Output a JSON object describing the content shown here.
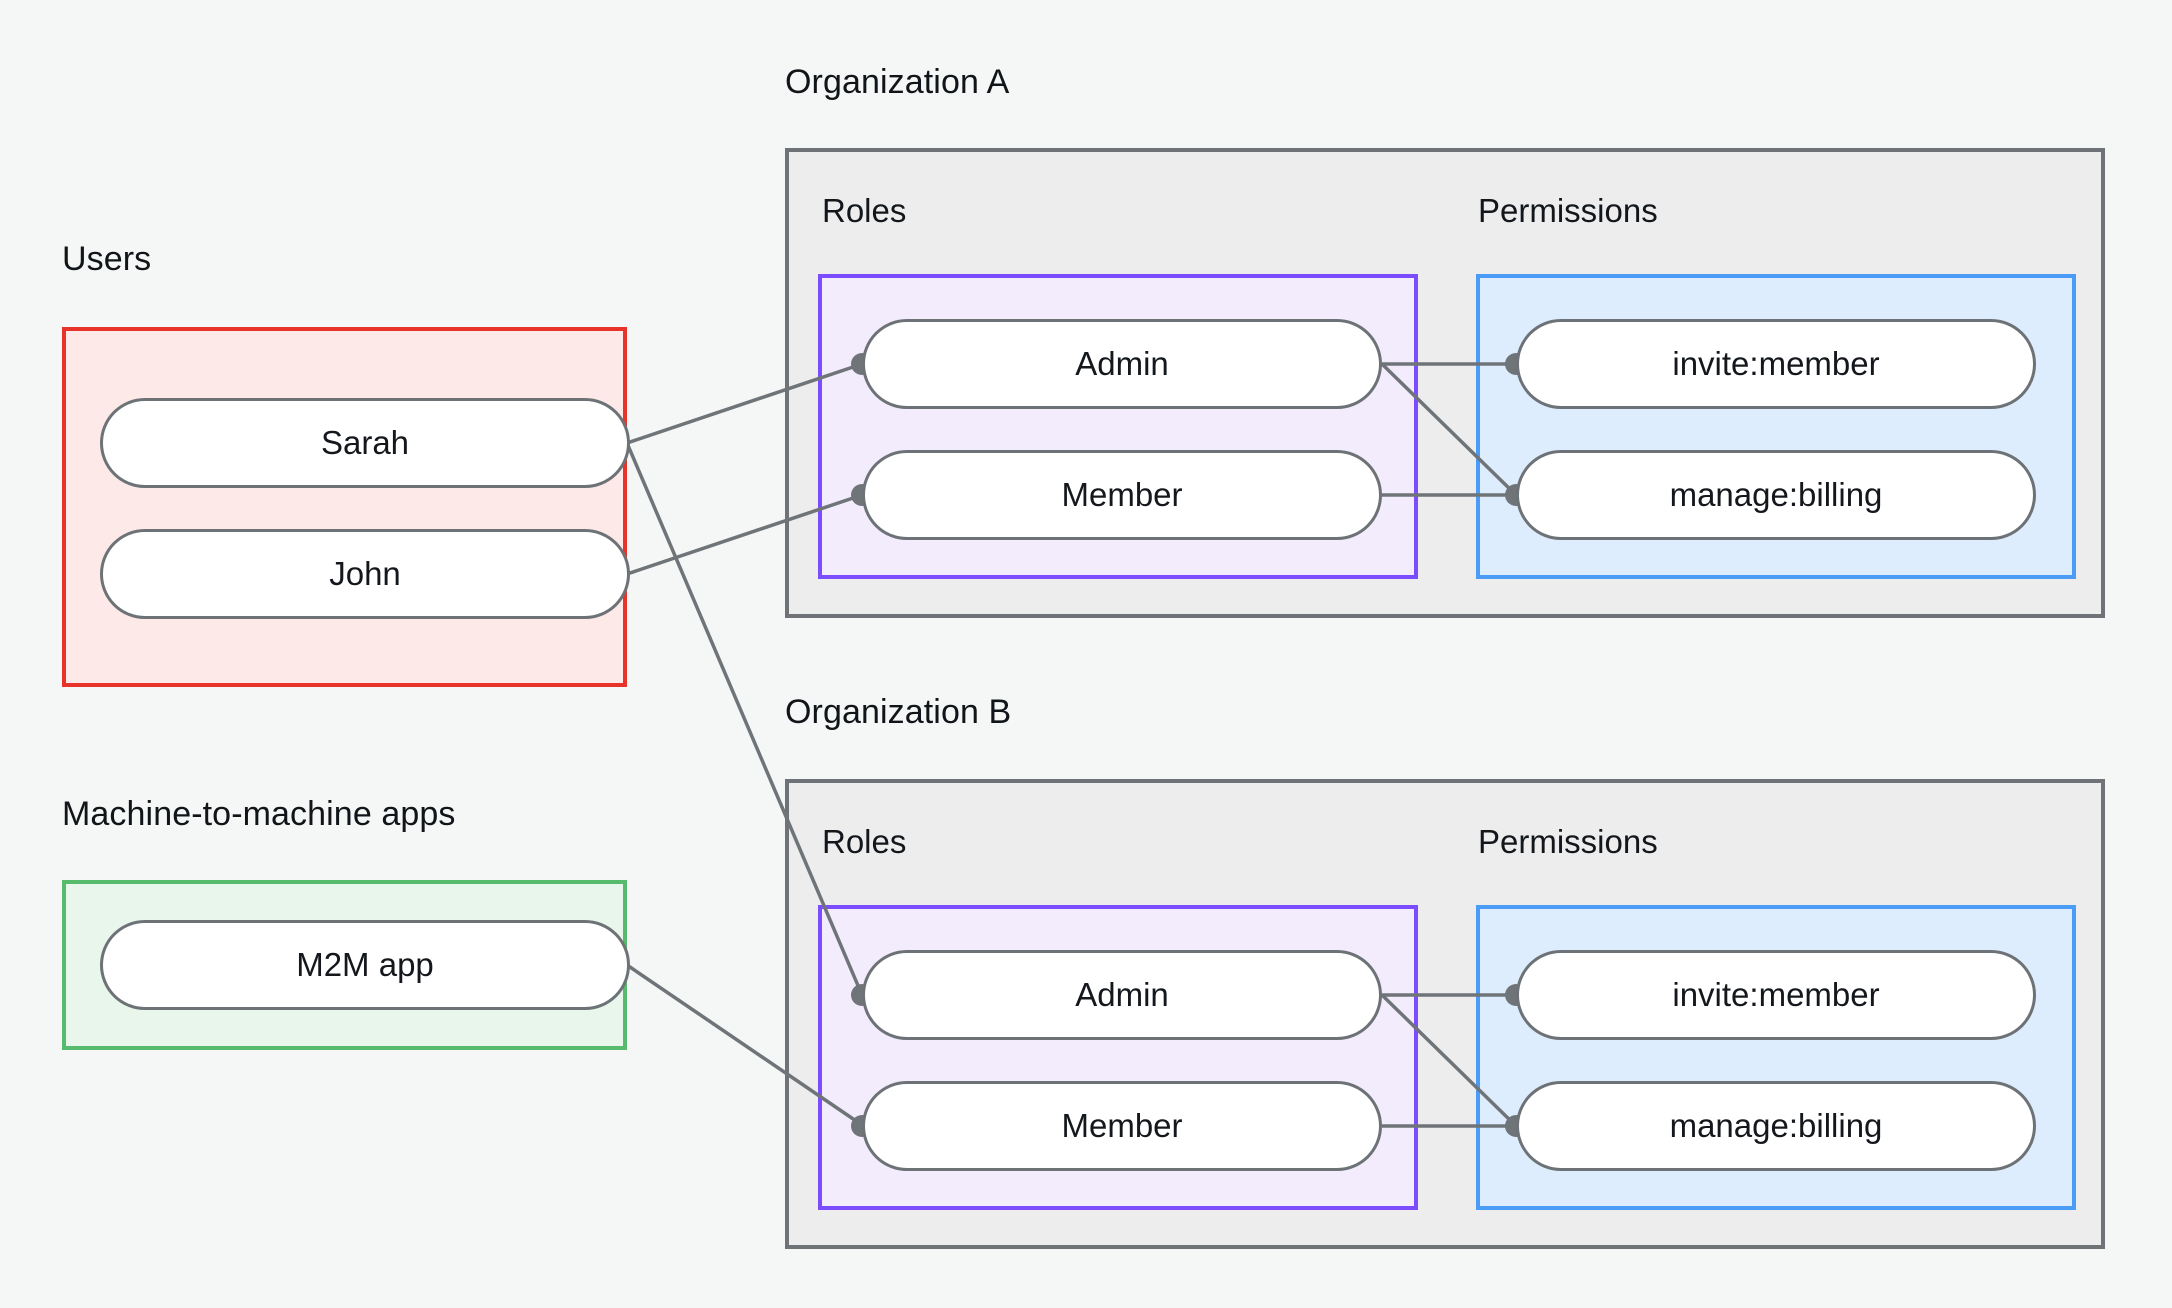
{
  "diagram": {
    "type": "entity-relationship",
    "background_color": "#f5f7f6",
    "colors": {
      "users_border": "#e8332a",
      "users_fill": "#fde9e7",
      "m2m_border": "#56bb6c",
      "m2m_fill": "#e8f6ec",
      "org_border": "#6f7378",
      "org_fill": "#ecedec",
      "roles_border": "#7c4dff",
      "roles_fill": "#f3ecfd",
      "permissions_border": "#4a9cf6",
      "permissions_fill": "#deedfd",
      "node_border": "#6d7276",
      "node_fill": "#ffffff",
      "edge": "#6f7479"
    },
    "groups": {
      "users": {
        "title": "Users",
        "nodes": [
          {
            "label": "Sarah"
          },
          {
            "label": "John"
          }
        ]
      },
      "m2m": {
        "title": "Machine-to-machine apps",
        "nodes": [
          {
            "label": "M2M app"
          }
        ]
      },
      "org_a": {
        "title": "Organization A",
        "roles_title": "Roles",
        "permissions_title": "Permissions",
        "roles": [
          {
            "label": "Admin"
          },
          {
            "label": "Member"
          }
        ],
        "permissions": [
          {
            "label": "invite:member"
          },
          {
            "label": "manage:billing"
          }
        ]
      },
      "org_b": {
        "title": "Organization B",
        "roles_title": "Roles",
        "permissions_title": "Permissions",
        "roles": [
          {
            "label": "Admin"
          },
          {
            "label": "Member"
          }
        ],
        "permissions": [
          {
            "label": "invite:member"
          },
          {
            "label": "manage:billing"
          }
        ]
      }
    },
    "edges": [
      {
        "from": "Sarah",
        "to": "Admin (Organization A)"
      },
      {
        "from": "Sarah",
        "to": "Admin (Organization B)"
      },
      {
        "from": "John",
        "to": "Member (Organization A)"
      },
      {
        "from": "M2M app",
        "to": "Member (Organization B)"
      },
      {
        "from": "Admin (Organization A)",
        "to": "invite:member (Organization A)"
      },
      {
        "from": "Admin (Organization A)",
        "to": "manage:billing (Organization A)"
      },
      {
        "from": "Member (Organization A)",
        "to": "manage:billing (Organization A)"
      },
      {
        "from": "Admin (Organization B)",
        "to": "invite:member (Organization B)"
      },
      {
        "from": "Admin (Organization B)",
        "to": "manage:billing (Organization B)"
      },
      {
        "from": "Member (Organization B)",
        "to": "manage:billing (Organization B)"
      }
    ]
  }
}
